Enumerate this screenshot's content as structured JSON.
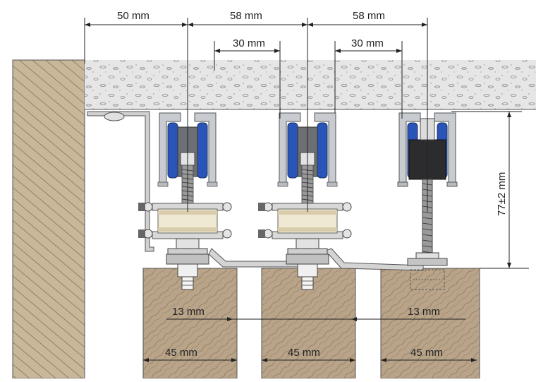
{
  "dimensions": {
    "top_left": "50 mm",
    "top_mid": "58 mm",
    "top_right": "58 mm",
    "inner_left": "30 mm",
    "inner_right": "30 mm",
    "height": "77±2 mm",
    "bolt_left": "13 mm",
    "bolt_right": "13 mm",
    "width_left": "45 mm",
    "width_mid": "45 mm",
    "width_right": "45 mm"
  },
  "colors": {
    "wall": "#c9b79a",
    "ceiling": "#e4e4e4",
    "track": "#c8ccd0",
    "roller": "#2a55b8",
    "wood": "#b9a489",
    "dim_line": "#222222"
  }
}
